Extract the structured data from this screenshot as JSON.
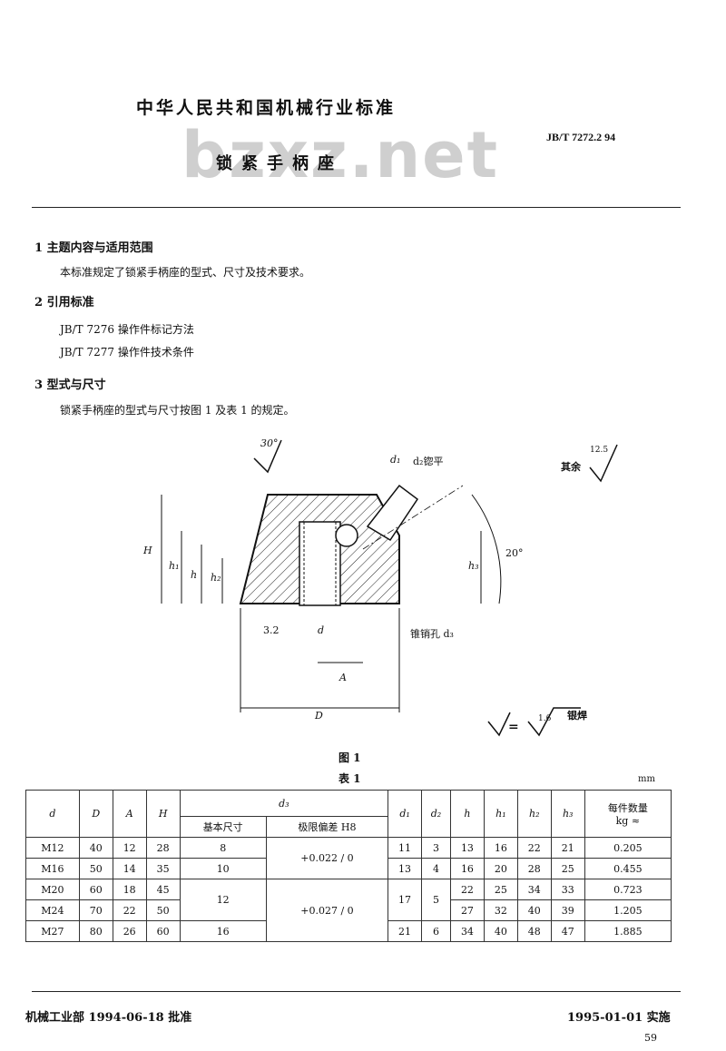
{
  "header": {
    "title": "中华人民共和国机械行业标准",
    "standard_no": "JB/T 7272.2 94",
    "doc_title": "锁紧手柄座",
    "watermark": "bzxz.net"
  },
  "sections": {
    "s1": {
      "heading": "1 主题内容与适用范围",
      "text": "本标准规定了锁紧手柄座的型式、尺寸及技术要求。"
    },
    "s2": {
      "heading": "2 引用标准",
      "ref1": "JB/T 7276 操作件标记方法",
      "ref2": "JB/T 7277 操作件技术条件"
    },
    "s3": {
      "heading": "3 型式与尺寸",
      "text": "锁紧手柄座的型式与尺寸按图 1 及表 1 的规定。"
    }
  },
  "figure": {
    "angle_top": "30°",
    "angle_right": "20°",
    "label_d1": "d₁",
    "label_d2": "d₂锪平",
    "label_H": "H",
    "label_h1": "h₁",
    "label_h": "h",
    "label_h2": "h₂",
    "label_h3": "h₃",
    "label_d": "d",
    "label_A": "A",
    "label_D": "D",
    "label_32": "3.2",
    "label_hole": "锥销孔 d₃",
    "rest_label": "其余",
    "rest_value": "12.5",
    "rough_label": "银焊",
    "rough_value": "1.6",
    "caption": "图 1"
  },
  "table": {
    "caption": "表 1",
    "unit": "mm",
    "headers": {
      "d": "d",
      "D": "D",
      "A": "A",
      "H": "H",
      "d3": "d₃",
      "basic": "基本尺寸",
      "tol": "极限偏差 H8",
      "d1": "d₁",
      "d2": "d₂",
      "h": "h",
      "h1": "h₁",
      "h2": "h₂",
      "h3": "h₃",
      "weight": "每件数量",
      "weight_unit": "kg ≈"
    },
    "rows": [
      {
        "d": "M12",
        "D": "40",
        "A": "12",
        "H": "28",
        "basic": "8",
        "d1": "11",
        "d2": "3",
        "h": "13",
        "h1": "16",
        "h2": "22",
        "h3": "21",
        "w": "0.205"
      },
      {
        "d": "M16",
        "D": "50",
        "A": "14",
        "H": "35",
        "basic": "10",
        "d1": "13",
        "d2": "4",
        "h": "16",
        "h1": "20",
        "h2": "28",
        "h3": "25",
        "w": "0.455"
      },
      {
        "d": "M20",
        "D": "60",
        "A": "18",
        "H": "45",
        "basic": "12",
        "d1": "17",
        "d2": "5",
        "h": "22",
        "h1": "25",
        "h2": "34",
        "h3": "33",
        "w": "0.723"
      },
      {
        "d": "M24",
        "D": "70",
        "A": "22",
        "H": "50",
        "basic": "",
        "d1": "",
        "d2": "",
        "h": "27",
        "h1": "32",
        "h2": "40",
        "h3": "39",
        "w": "1.205"
      },
      {
        "d": "M27",
        "D": "80",
        "A": "26",
        "H": "60",
        "basic": "16",
        "d1": "21",
        "d2": "6",
        "h": "34",
        "h1": "40",
        "h2": "48",
        "h3": "47",
        "w": "1.885"
      }
    ],
    "tol1": "+0.022 / 0",
    "tol2": "+0.027 / 0"
  },
  "footer": {
    "approved": "机械工业部 1994-06-18 批准",
    "effective": "1995-01-01 实施",
    "page": "59"
  }
}
